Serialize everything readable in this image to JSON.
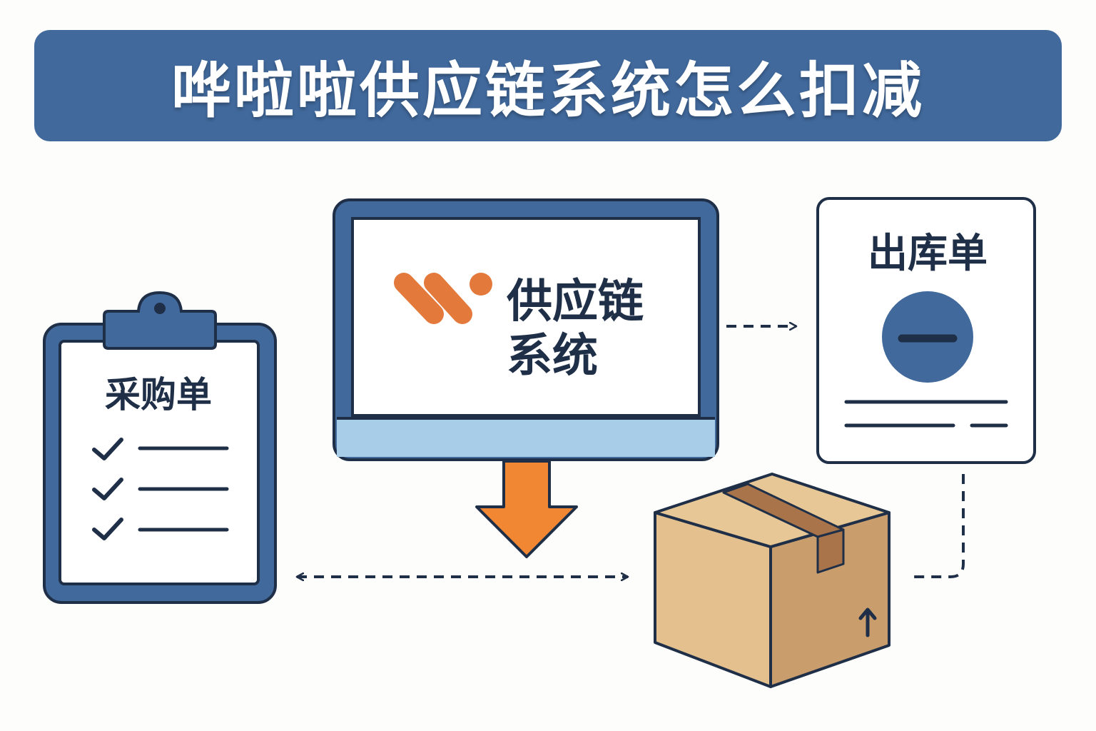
{
  "title": "哗啦啦供应链系统怎么扣减",
  "monitor": {
    "line1": "供应链",
    "line2": "系统"
  },
  "purchase_order": {
    "label": "采购单",
    "check_count": 3
  },
  "outbound_order": {
    "label": "出库单",
    "minus_icon": "minus-circle-icon"
  },
  "colors": {
    "primary_blue": "#41699c",
    "dark_navy": "#1f2f47",
    "light_blue": "#a8cde9",
    "orange": "#f28733",
    "box_light": "#e3c08e",
    "box_side": "#c99e6c",
    "box_tape": "#a9744a"
  },
  "icons": [
    "clipboard-icon",
    "monitor-icon",
    "document-icon",
    "box-icon",
    "down-arrow-icon",
    "logo-icon"
  ]
}
